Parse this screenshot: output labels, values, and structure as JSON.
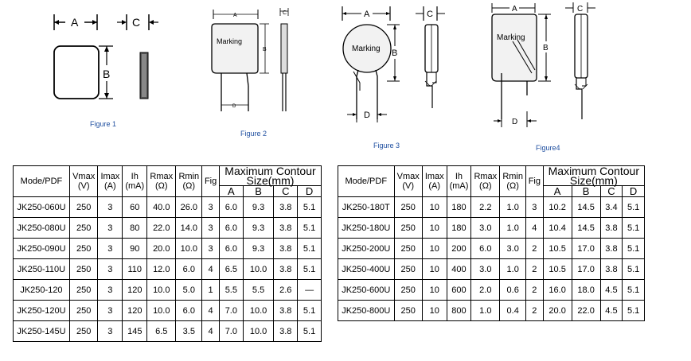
{
  "figures": [
    {
      "caption": "Figure 1",
      "labels": {
        "a": "A",
        "b": "B",
        "c": "C"
      }
    },
    {
      "caption": "Figure 2",
      "labels": {
        "marking": "Marking",
        "a": "A",
        "b": "B",
        "c": "C",
        "d": "D"
      }
    },
    {
      "caption": "Figure 3",
      "labels": {
        "marking": "Marking",
        "a": "A",
        "b": "B",
        "c": "C",
        "d": "D"
      }
    },
    {
      "caption": "Figure4",
      "labels": {
        "marking": "Marking",
        "a": "A",
        "b": "B",
        "c": "C",
        "d": "D"
      }
    }
  ],
  "headers": {
    "model": "Mode/PDF",
    "vmax": "Vmax",
    "vmax_unit": "(V)",
    "imax": "Imax",
    "imax_unit": "(A)",
    "ih": "Ih",
    "ih_unit": "(mA)",
    "rmax": "Rmax",
    "rmax_unit": "(Ω)",
    "rmin": "Rmin",
    "rmin_unit": "(Ω)",
    "fig": "Fig",
    "contour": "Maximum Contour",
    "contour_unit": "Size(mm)",
    "a": "A",
    "b": "B",
    "c": "C",
    "d": "D"
  },
  "left_table": [
    [
      "JK250-060U",
      "250",
      "3",
      "60",
      "40.0",
      "26.0",
      "3",
      "6.0",
      "9.3",
      "3.8",
      "5.1"
    ],
    [
      "JK250-080U",
      "250",
      "3",
      "80",
      "22.0",
      "14.0",
      "3",
      "6.0",
      "9.3",
      "3.8",
      "5.1"
    ],
    [
      "JK250-090U",
      "250",
      "3",
      "90",
      "20.0",
      "10.0",
      "3",
      "6.0",
      "9.3",
      "3.8",
      "5.1"
    ],
    [
      "JK250-110U",
      "250",
      "3",
      "110",
      "12.0",
      "6.0",
      "4",
      "6.5",
      "10.0",
      "3.8",
      "5.1"
    ],
    [
      "JK250-120",
      "250",
      "3",
      "120",
      "10.0",
      "5.0",
      "1",
      "5.5",
      "5.5",
      "2.6",
      "—"
    ],
    [
      "JK250-120U",
      "250",
      "3",
      "120",
      "10.0",
      "6.0",
      "4",
      "7.0",
      "10.0",
      "3.8",
      "5.1"
    ],
    [
      "JK250-145U",
      "250",
      "3",
      "145",
      "6.5",
      "3.5",
      "4",
      "7.0",
      "10.0",
      "3.8",
      "5.1"
    ]
  ],
  "right_table": [
    [
      "JK250-180T",
      "250",
      "10",
      "180",
      "2.2",
      "1.0",
      "3",
      "10.2",
      "14.5",
      "3.4",
      "5.1"
    ],
    [
      "JK250-180U",
      "250",
      "10",
      "180",
      "3.0",
      "1.0",
      "4",
      "10.4",
      "14.5",
      "3.8",
      "5.1"
    ],
    [
      "JK250-200U",
      "250",
      "10",
      "200",
      "6.0",
      "3.0",
      "2",
      "10.5",
      "17.0",
      "3.8",
      "5.1"
    ],
    [
      "JK250-400U",
      "250",
      "10",
      "400",
      "3.0",
      "1.0",
      "2",
      "10.5",
      "17.0",
      "3.8",
      "5.1"
    ],
    [
      "JK250-600U",
      "250",
      "10",
      "600",
      "2.0",
      "0.6",
      "2",
      "16.0",
      "18.0",
      "4.5",
      "5.1"
    ],
    [
      "JK250-800U",
      "250",
      "10",
      "800",
      "1.0",
      "0.4",
      "2",
      "20.0",
      "22.0",
      "4.5",
      "5.1"
    ]
  ]
}
